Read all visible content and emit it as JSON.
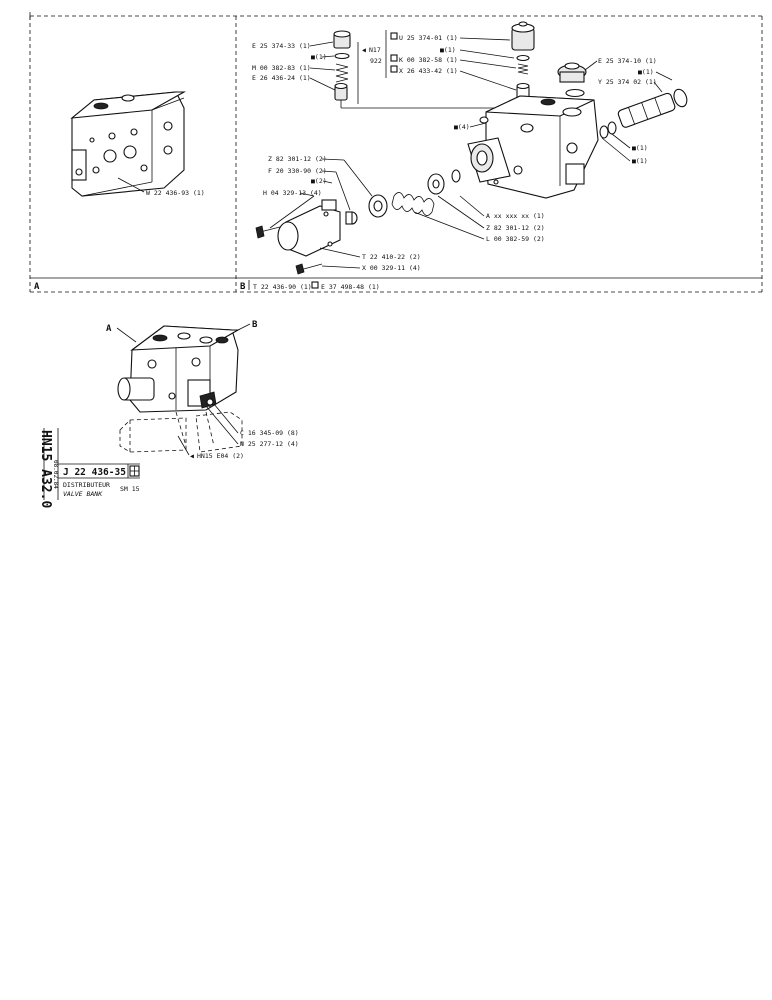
{
  "panel_a": {
    "letter": "A",
    "label_block": "W 22 436-93 (1)"
  },
  "panel_b": {
    "letter": "B",
    "footer_ref1": "T 22 436-90 (1)",
    "footer_ref2": "E 37 498-48 (1)",
    "labels": {
      "e25374_33": "E 25 374-33 (1)",
      "sq1_a": "■(1)",
      "m00382_83": "M 00 382-83 (1)",
      "e26436_24": "E 26 436-24 (1)",
      "n17": "N17",
      "n922": "922",
      "u25374_01": "U 25 374-01 (1)",
      "sq1_b": "■(1)",
      "k00382_58": "K 00 382-58 (1)",
      "x26433_42": "X 26 433-42 (1)",
      "e25374_10": "E 25 374-10 (1)",
      "sq1_c": "■(1)",
      "y25374_02": "Y 25 374 02 (1)",
      "sq4": "■(4)",
      "sq1_d": "■(1)",
      "sq1_e": "■(1)",
      "z82301_12_top": "Z 82 301-12 (2)",
      "f20330_90": "F 20 330-90 (2)",
      "sq2": "■(2)",
      "h04329_13": "H 04 329-13 (4)",
      "axx": "A xx xxx xx (1)",
      "z82301_12_bot": "Z 82 301-12 (2)",
      "l00382_59": "L 00 382-59 (2)",
      "t22410_22": "T 22 410-22 (2)",
      "x00329_11": "X 00 329-11 (4)"
    }
  },
  "assembly": {
    "letter_a": "A",
    "letter_b": "B",
    "c16345": "C 16 345-09 (8)",
    "n25277": "N 25 277-12 (4)",
    "hn15e04": "HN15 E04 (2)"
  },
  "title_block": {
    "part_number": "J 22 436-35",
    "name_fr": "DISTRIBUTEUR",
    "name_en": "VALVE BANK",
    "model": "SM 15"
  },
  "side_code": {
    "main": "HN15 A32.0",
    "date": "08.02.84"
  }
}
